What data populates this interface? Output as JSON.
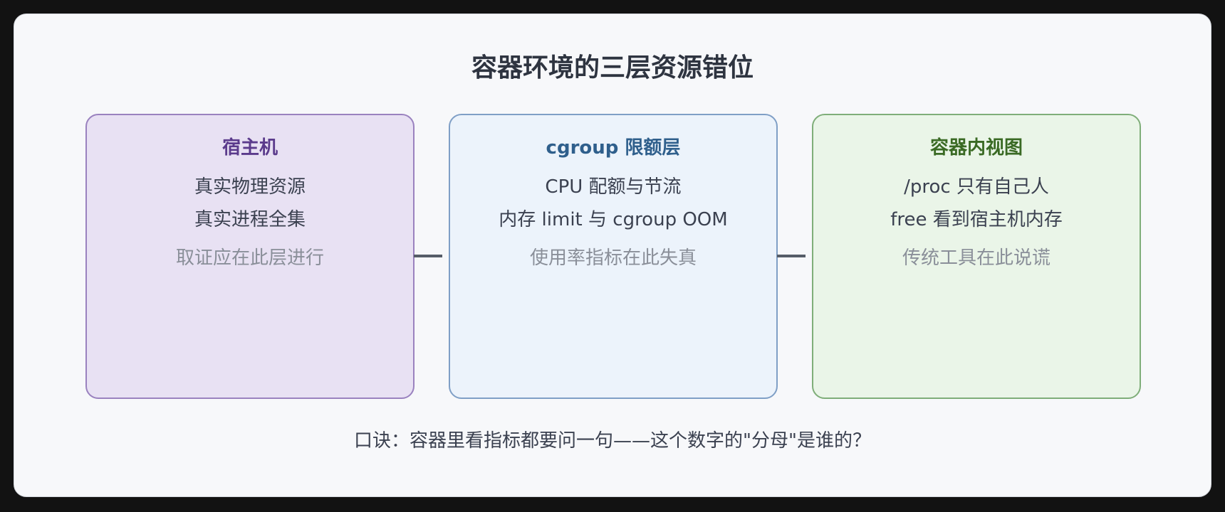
{
  "title": "容器环境的三层资源错位",
  "layers": [
    {
      "title": "宿主机",
      "lines": [
        "真实物理资源",
        "真实进程全集"
      ],
      "note": "取证应在此层进行",
      "accent": "#5b3b8c"
    },
    {
      "title": "cgroup 限额层",
      "lines": [
        "CPU 配额与节流",
        "内存 limit 与 cgroup OOM"
      ],
      "note": "使用率指标在此失真",
      "accent": "#2f5f8c"
    },
    {
      "title": "容器内视图",
      "lines": [
        "/proc 只有自己人",
        "free 看到宿主机内存"
      ],
      "note": "传统工具在此说谎",
      "accent": "#3a6a24"
    }
  ],
  "footer": "口诀：容器里看指标都要问一句——这个数字的\"分母\"是谁的？"
}
